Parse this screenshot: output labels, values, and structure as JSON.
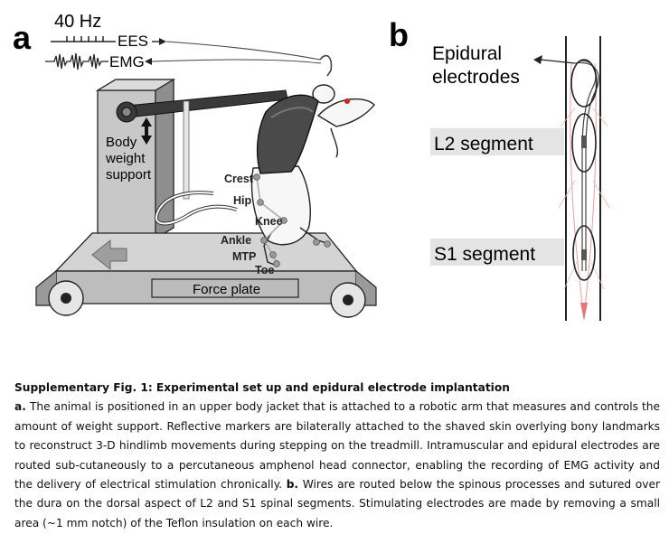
{
  "figure": {
    "panel_a": {
      "letter": "a",
      "frequency": "40 Hz",
      "ees": "EES",
      "emg": "EMG",
      "body_weight_support": [
        "Body",
        "weight",
        "support"
      ],
      "markers": [
        "Crest",
        "Hip",
        "Knee",
        "Ankle",
        "MTP",
        "Toe"
      ],
      "force_plate": "Force plate"
    },
    "panel_b": {
      "letter": "b",
      "epidural_electrodes": [
        "Epidural",
        "electrodes"
      ],
      "l2_segment": "L2 segment",
      "s1_segment": "S1 segment"
    }
  },
  "caption": {
    "title": "Supplementary Fig. 1: Experimental set up and epidural electrode implantation",
    "a_label": "a.",
    "a_text": " The animal is positioned in an upper body jacket that is attached to a robotic arm that measures and controls the amount of weight support.  Reflective markers are bilaterally attached to the shaved skin overlying bony landmarks to reconstruct 3-D hindlimb movements during stepping on the treadmill.  Intramuscular and epidural electrodes are routed sub-cutaneously to a percutaneous amphenol head connector, enabling the recording of EMG activity and the delivery of electrical stimulation chronically.  ",
    "b_label": "b.",
    "b_text": " Wires are routed below the spinous processes and sutured over the dura on the dorsal aspect of L2 and S1 spinal segments.  Stimulating electrodes are made by removing a small area (~1 mm notch) of the Teflon insulation on each wire."
  }
}
